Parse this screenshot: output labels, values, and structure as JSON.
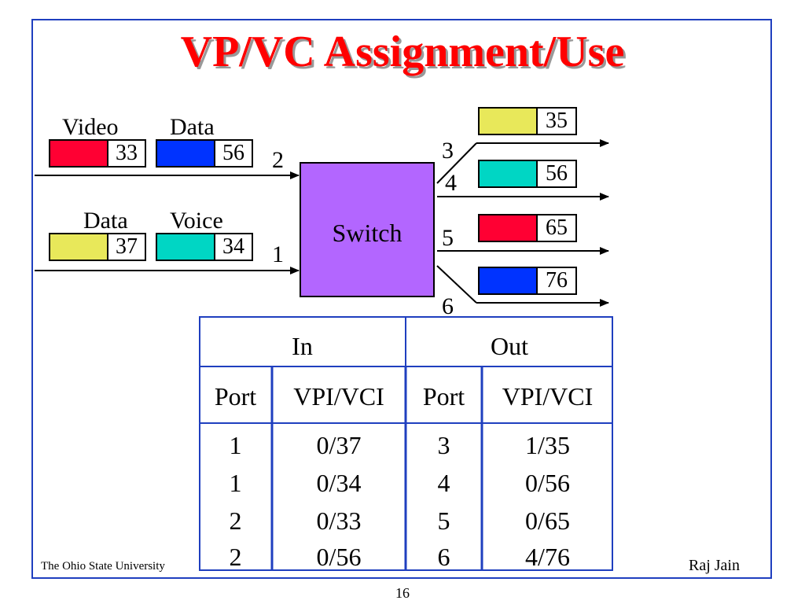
{
  "title": "VP/VC Assignment/Use",
  "input_streams": [
    {
      "labels": [
        "Video",
        "Data"
      ],
      "cells": [
        {
          "color": "#ff0033",
          "value": "33"
        },
        {
          "color": "#0033ff",
          "value": "56"
        }
      ],
      "port": "2"
    },
    {
      "labels": [
        "Data",
        "Voice"
      ],
      "cells": [
        {
          "color": "#e8e85a",
          "value": "37"
        },
        {
          "color": "#00d6c4",
          "value": "34"
        }
      ],
      "port": "1"
    }
  ],
  "switch_label": "Switch",
  "output_ports": [
    "3",
    "4",
    "5",
    "6"
  ],
  "output_cells": [
    {
      "color": "#e8e85a",
      "value": "35"
    },
    {
      "color": "#00d6c4",
      "value": "56"
    },
    {
      "color": "#ff0033",
      "value": "65"
    },
    {
      "color": "#0033ff",
      "value": "76"
    }
  ],
  "table": {
    "group_headers": [
      "In",
      "Out"
    ],
    "columns": [
      "Port",
      "VPI/VCI",
      "Port",
      "VPI/VCI"
    ],
    "rows": [
      [
        "1",
        "0/37",
        "3",
        "1/35"
      ],
      [
        "1",
        "0/34",
        "4",
        "0/56"
      ],
      [
        "2",
        "0/33",
        "5",
        "0/65"
      ],
      [
        "2",
        "0/56",
        "6",
        "4/76"
      ]
    ]
  },
  "footer": {
    "left": "The Ohio State University",
    "right": "Raj Jain",
    "page": "16"
  }
}
